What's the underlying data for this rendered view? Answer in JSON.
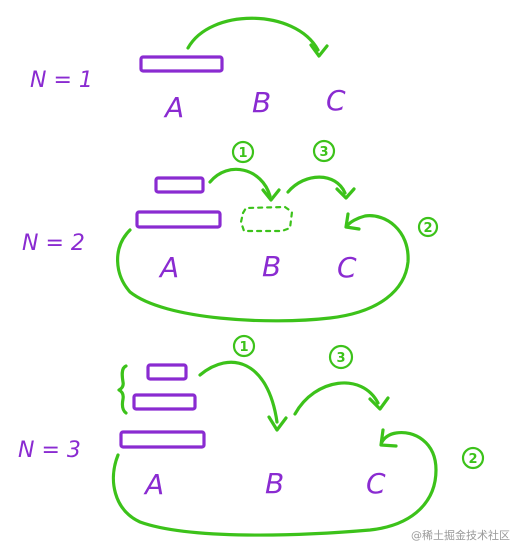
{
  "sections": [
    {
      "n_label": "N = 1",
      "pegs": [
        "A",
        "B",
        "C"
      ],
      "steps": []
    },
    {
      "n_label": "N = 2",
      "pegs": [
        "A",
        "B",
        "C"
      ],
      "steps": [
        "1",
        "2",
        "3"
      ]
    },
    {
      "n_label": "N = 3",
      "pegs": [
        "A",
        "B",
        "C"
      ],
      "steps": [
        "1",
        "2",
        "3"
      ]
    }
  ],
  "watermark": "@稀土掘金技术社区",
  "colors": {
    "disk": "#8a2bd1",
    "arrow": "#3cc21a",
    "label": "#8a2bd1"
  }
}
